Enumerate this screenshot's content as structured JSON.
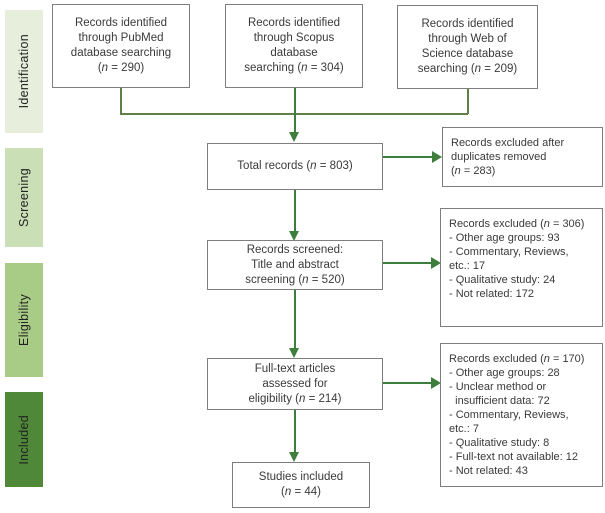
{
  "colors": {
    "arrow": "#3e7e3c",
    "connector": "#5f8148",
    "box_border": "#7e7e7e",
    "box_text": "#3a3a3a",
    "stage_identification_bg": "#e7efdc",
    "stage_screening_bg": "#cadfb5",
    "stage_eligibility_bg": "#a8cc85",
    "stage_included_bg": "#4f8838",
    "stage_label_text": "#232323"
  },
  "sidebar": {
    "stages": [
      {
        "label": "Identification"
      },
      {
        "label": "Screening"
      },
      {
        "label": "Eligibility"
      },
      {
        "label": "Included"
      }
    ]
  },
  "boxes": {
    "pubmed": {
      "lines": [
        "Records identified",
        "through PubMed",
        "database searching",
        "(n = 290)"
      ]
    },
    "scopus": {
      "lines": [
        "Records identified",
        "through Scopus",
        "database",
        "searching (n = 304)"
      ]
    },
    "web_of_science": {
      "lines": [
        "Records identified",
        "through Web of",
        "Science database",
        "searching (n = 209)"
      ]
    },
    "total_records": {
      "lines": [
        "Total records (n = 803)"
      ]
    },
    "duplicates_excluded": {
      "lines": [
        "Records excluded after",
        "duplicates removed",
        "(n = 283)"
      ]
    },
    "records_screened": {
      "lines": [
        "Records screened:",
        "Title and abstract",
        "screening (n = 520)"
      ]
    },
    "screening_excluded": {
      "lines": [
        "Records excluded (n = 306)",
        "- Other age groups: 93",
        "- Commentary, Reviews,",
        "etc.: 17",
        "- Qualitative study: 24",
        "- Not related: 172"
      ]
    },
    "full_text_assessed": {
      "lines": [
        "Full-text articles",
        "assessed for",
        "eligibility (n = 214)"
      ]
    },
    "full_text_excluded": {
      "lines": [
        "Records excluded (n = 170)",
        "- Other age groups: 28",
        "- Unclear method or",
        "  insufficient data: 72",
        "- Commentary, Reviews,",
        "etc.: 7",
        "- Qualitative study: 8",
        "- Full-text not available: 12",
        "- Not related: 43"
      ]
    },
    "studies_included": {
      "lines": [
        "Studies included",
        "(n = 44)"
      ]
    }
  }
}
